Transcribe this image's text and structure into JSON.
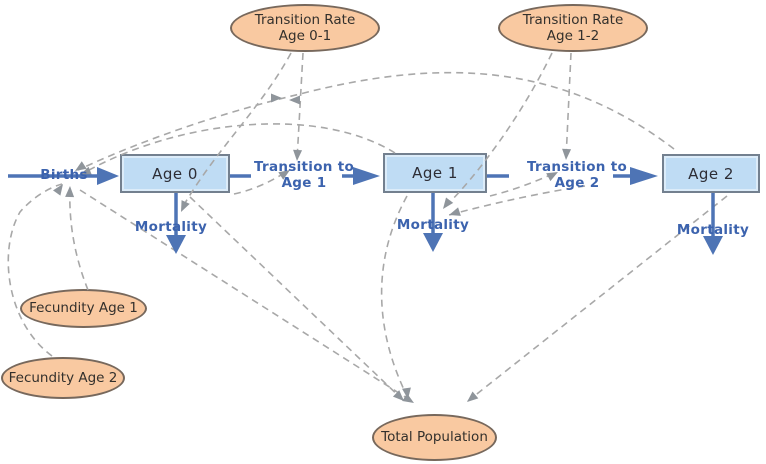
{
  "diagram": {
    "type": "system-dynamics-model",
    "stocks": [
      {
        "id": "age0",
        "label": "Age 0"
      },
      {
        "id": "age1",
        "label": "Age 1"
      },
      {
        "id": "age2",
        "label": "Age 2"
      }
    ],
    "flows": {
      "births": "Births",
      "transition1": [
        "Transition to",
        "Age 1"
      ],
      "transition2": [
        "Transition to",
        "Age 2"
      ],
      "mortality": "Mortality"
    },
    "variables": {
      "tr01": [
        "Transition Rate",
        "Age 0-1"
      ],
      "tr12": [
        "Transition Rate",
        "Age 1-2"
      ],
      "fec1": "Fecundity Age 1",
      "fec2": "Fecundity Age 2",
      "total": "Total Population"
    },
    "colors": {
      "stock_fill": "#bfdcf4",
      "stock_border": "#73808f",
      "variable_fill": "#f9c9a1",
      "variable_border": "#77685c",
      "flow_blue": "#4e74b5",
      "flow_label_blue": "#3c63ae",
      "influence_gray": "#a8a8a8",
      "background": "#ffffff"
    }
  }
}
